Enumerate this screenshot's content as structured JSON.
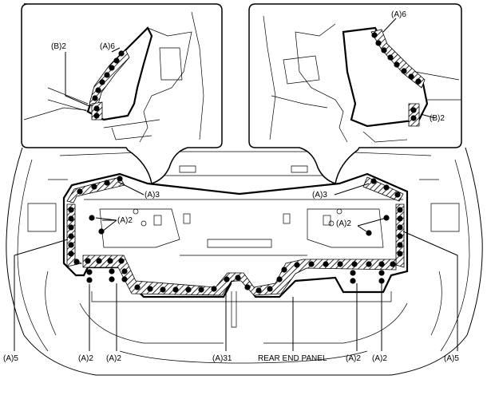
{
  "callouts": {
    "left_inset_b2": "(B)2",
    "left_inset_a6": "(A)6",
    "right_inset_a6": "(A)6",
    "right_inset_b2": "(B)2",
    "left_a3": "(A)3",
    "right_a3": "(A)3",
    "left_a2_inner": "(A)2",
    "right_a2_inner": "(A)2",
    "bottom_left_a5": "(A)5",
    "bottom_left_a2_1": "(A)2",
    "bottom_left_a2_2": "(A)2",
    "bottom_center_a31": "(A)31",
    "bottom_panel": "REAR END PANEL",
    "bottom_right_a2_1": "(A)2",
    "bottom_right_a2_2": "(A)2",
    "bottom_right_a5": "(A)5"
  },
  "hatch_color": "#000000",
  "background_color": "#ffffff"
}
